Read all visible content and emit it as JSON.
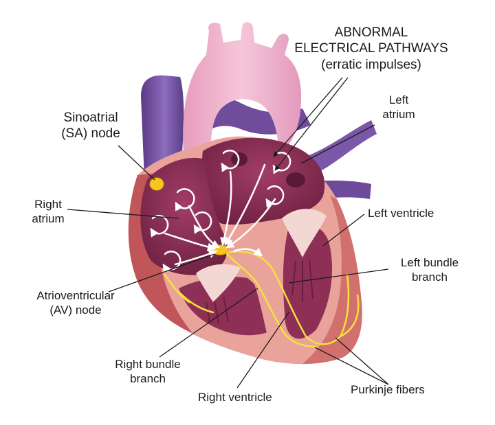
{
  "labels": {
    "title_line1": "ABNORMAL",
    "title_line2": "ELECTRICAL PATHWAYS",
    "title_line3": "(erratic impulses)",
    "sa_node": "Sinoatrial\n(SA) node",
    "left_atrium": "Left\natrium",
    "right_atrium": "Right\natrium",
    "left_ventricle": "Left ventricle",
    "left_bundle_branch": "Left bundle\nbranch",
    "av_node": "Atrioventricular\n(AV) node",
    "right_bundle_branch": "Right bundle\nbranch",
    "right_ventricle": "Right ventricle",
    "purkinje_fibers": "Purkinje fibers"
  },
  "colors": {
    "muscle_outer": "#e9a39a",
    "muscle_shadow": "#b8494e",
    "chamber": "#8e2f55",
    "chamber_dark": "#6a1f3f",
    "vessel_purple": "#6d4a9a",
    "vessel_purple_light": "#8d6cbd",
    "aorta": "#f1b7cf",
    "aorta_shade": "#d98cae",
    "valve": "#f3d7d2",
    "conduction": "#f4e23c",
    "sa_av_node": "#f7c51f",
    "impulse": "#ffffff",
    "leader_line": "#1a1a1a"
  }
}
